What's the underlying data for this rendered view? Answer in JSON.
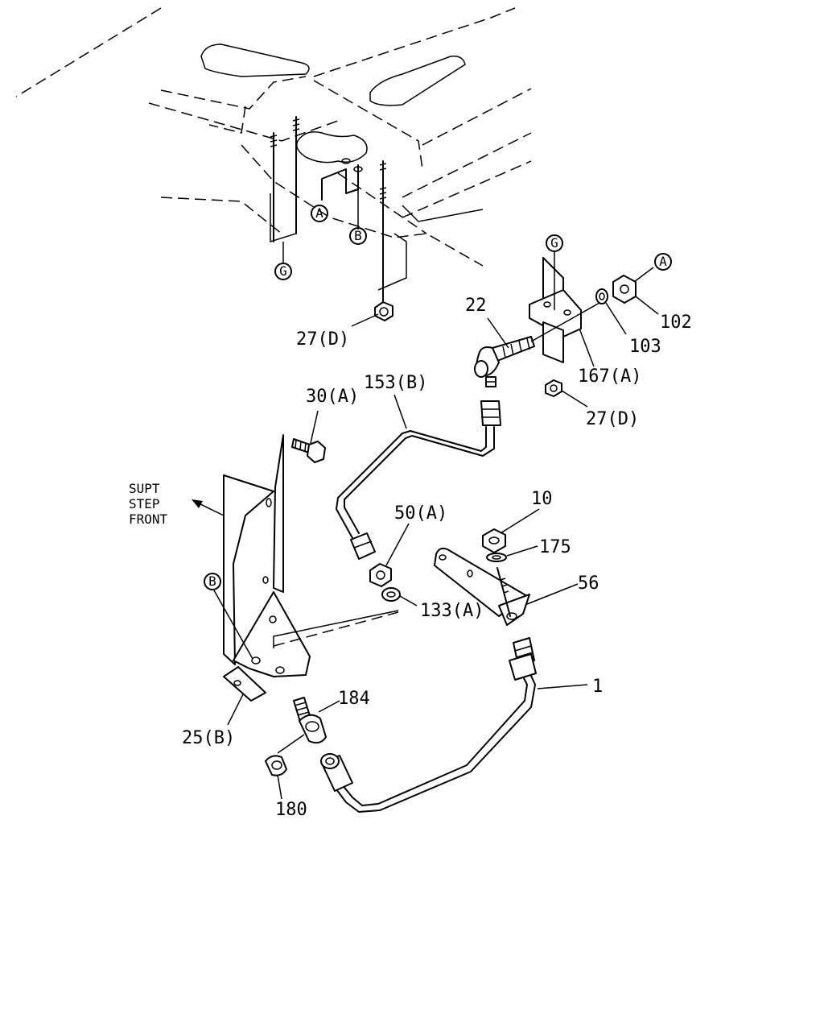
{
  "callouts": {
    "c_27d_top": "27(D)",
    "c_22": "22",
    "c_102": "102",
    "c_103": "103",
    "c_167a": "167(A)",
    "c_27d_right": "27(D)",
    "c_153b": "153(B)",
    "c_30a": "30(A)",
    "c_10": "10",
    "c_175": "175",
    "c_50a": "50(A)",
    "c_56": "56",
    "c_133a": "133(A)",
    "c_1": "1",
    "c_184": "184",
    "c_25b": "25(B)",
    "c_180": "180"
  },
  "circle_refs": {
    "g_top": "G",
    "a_top": "A",
    "b_top": "B",
    "g_right": "G",
    "a_right": "A",
    "b_left": "B"
  },
  "direction_note": {
    "line1": "SUPT",
    "line2": "STEP",
    "line3": "FRONT"
  }
}
